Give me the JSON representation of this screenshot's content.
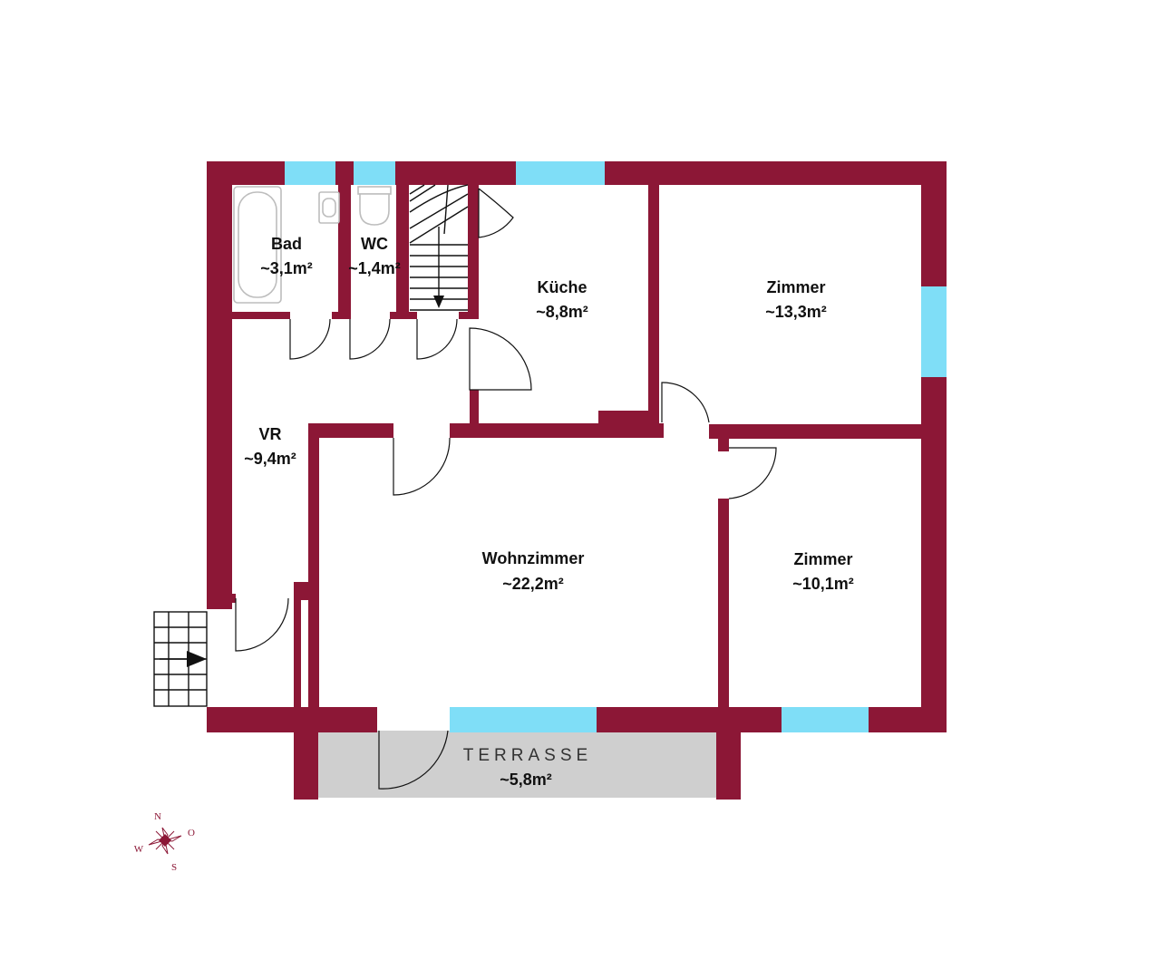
{
  "rooms": {
    "bad": {
      "name": "Bad",
      "area": "~3,1m²"
    },
    "wc": {
      "name": "WC",
      "area": "~1,4m²"
    },
    "kueche": {
      "name": "Küche",
      "area": "~8,8m²"
    },
    "zimmer_ne": {
      "name": "Zimmer",
      "area": "~13,3m²"
    },
    "vr": {
      "name": "VR",
      "area": "~9,4m²"
    },
    "wohnzimmer": {
      "name": "Wohnzimmer",
      "area": "~22,2m²"
    },
    "zimmer_se": {
      "name": "Zimmer",
      "area": "~10,1m²"
    },
    "terrasse": {
      "name": "TERRASSE",
      "area": "~5,8m²"
    }
  },
  "compass": {
    "n": "N",
    "o": "O",
    "s": "S",
    "w": "W"
  },
  "colors": {
    "wall": "#8c1736",
    "window": "#7fdef7",
    "terrace": "#cfcfcf"
  }
}
